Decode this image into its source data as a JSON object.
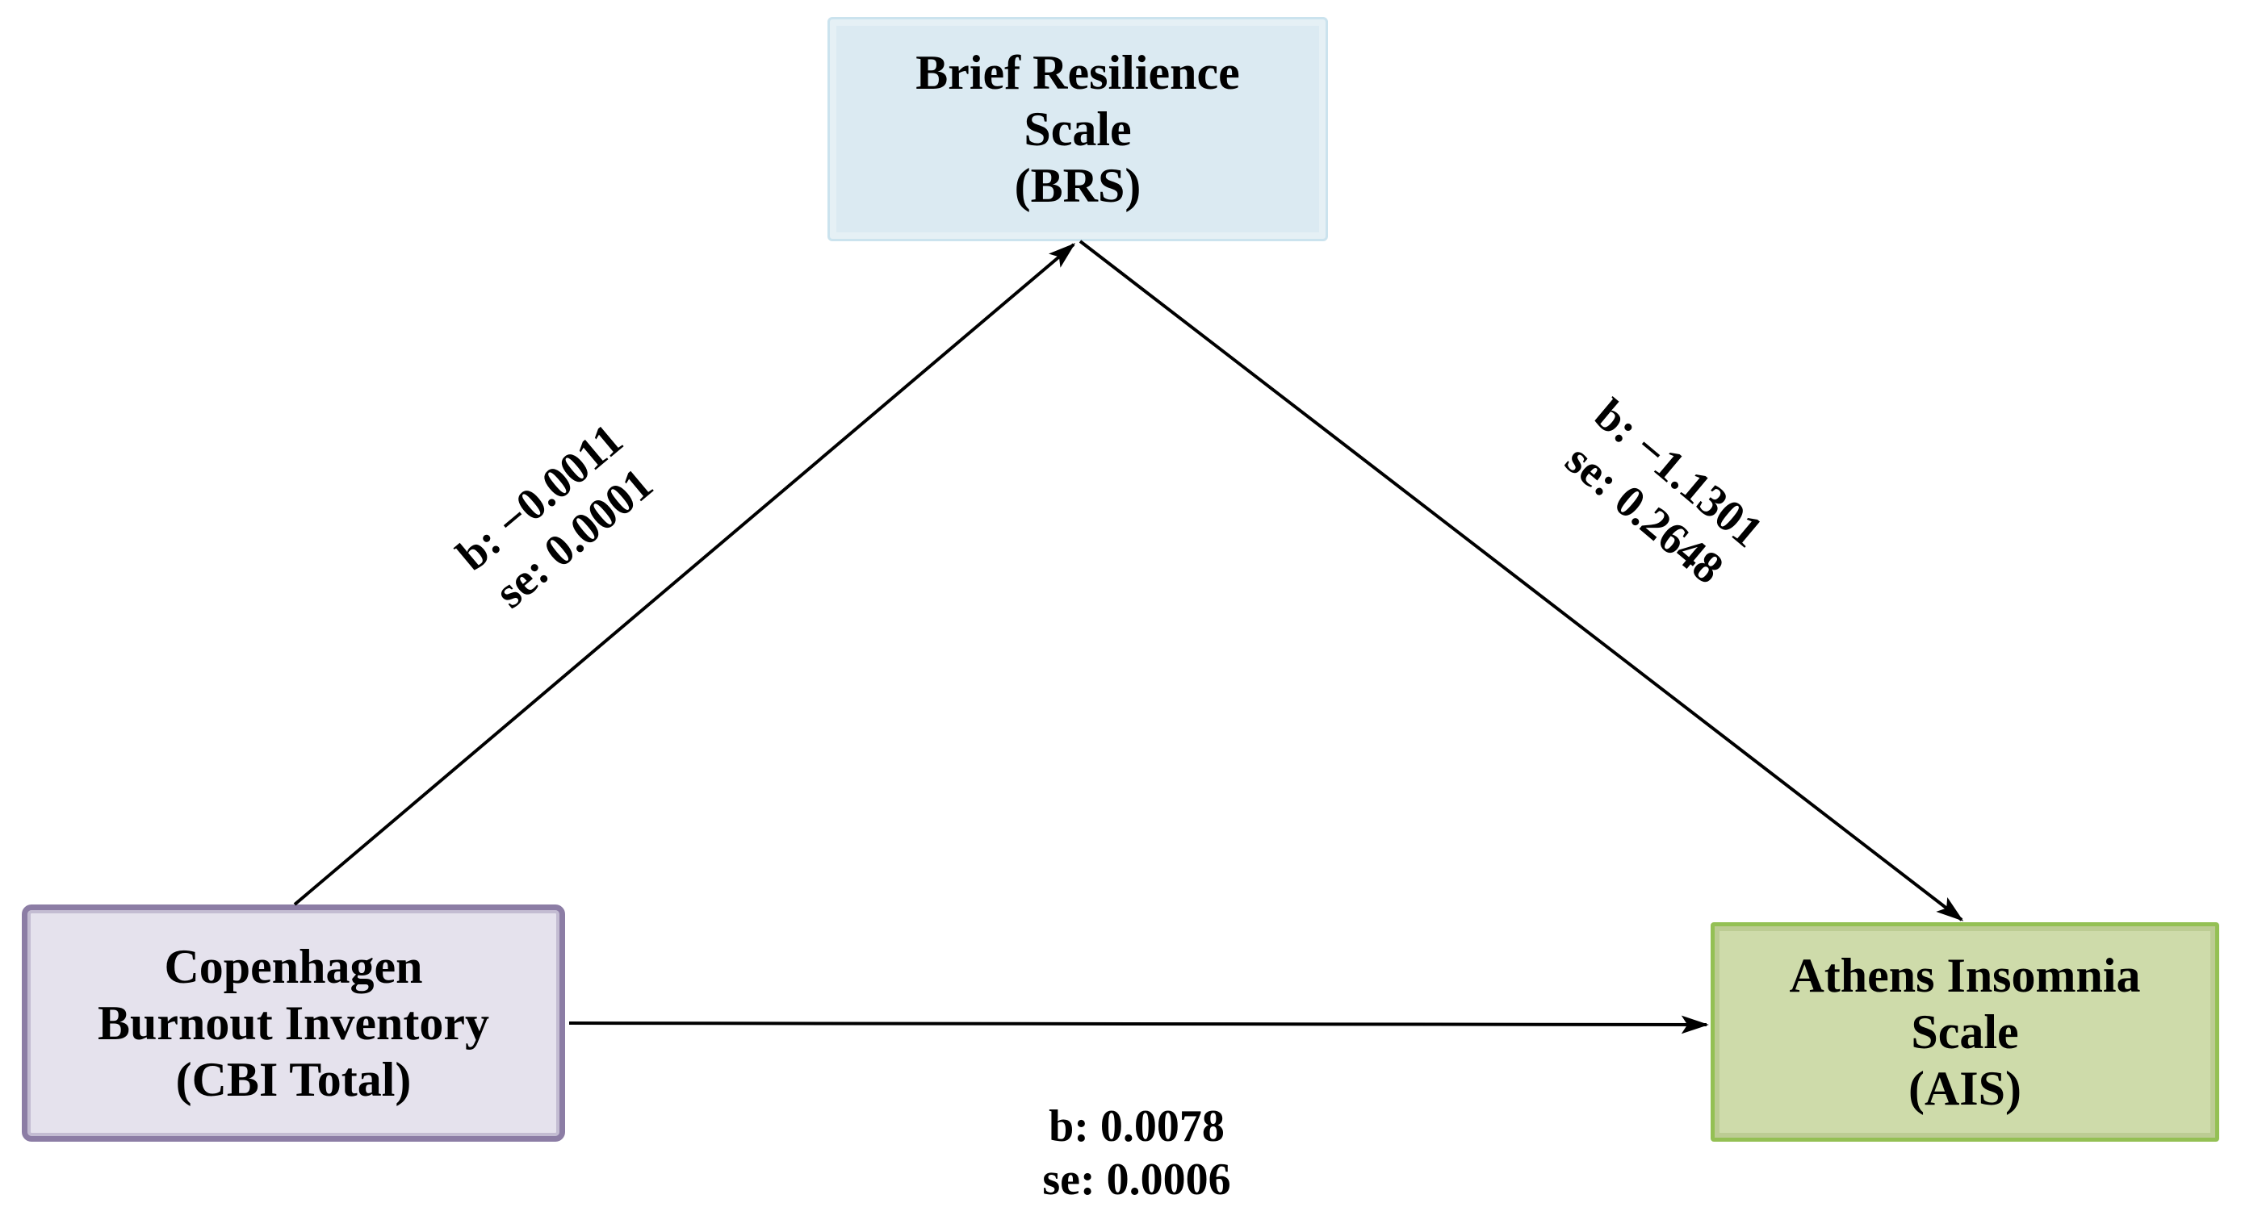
{
  "figure": {
    "type": "mediation-path-diagram",
    "background_color": "#ffffff",
    "arrow_color": "#000000",
    "nodes": {
      "brs": {
        "role": "mediator",
        "lines": [
          "Brief Resilience",
          "Scale",
          "(BRS)"
        ],
        "fill_color": "#dbeaf2",
        "border_color": "#cbe3ee"
      },
      "cbi": {
        "role": "predictor",
        "lines": [
          "Copenhagen",
          "Burnout Inventory",
          "(CBI Total)"
        ],
        "fill_color": "#e5e2ed",
        "border_color": "#8c7da5"
      },
      "ais": {
        "role": "outcome",
        "lines": [
          "Athens Insomnia",
          "Scale",
          "(AIS)"
        ],
        "fill_color": "#cedbaa",
        "border_color": "#94c054"
      }
    },
    "paths": {
      "a": {
        "from": "cbi",
        "to": "brs",
        "b_label": "b: −0.0011",
        "se_label": "se: 0.0001"
      },
      "b": {
        "from": "brs",
        "to": "ais",
        "b_label": "b: −1.1301",
        "se_label": "se: 0.2648"
      },
      "c": {
        "from": "cbi",
        "to": "ais",
        "b_label": "b: 0.0078",
        "se_label": "se: 0.0006"
      }
    }
  }
}
